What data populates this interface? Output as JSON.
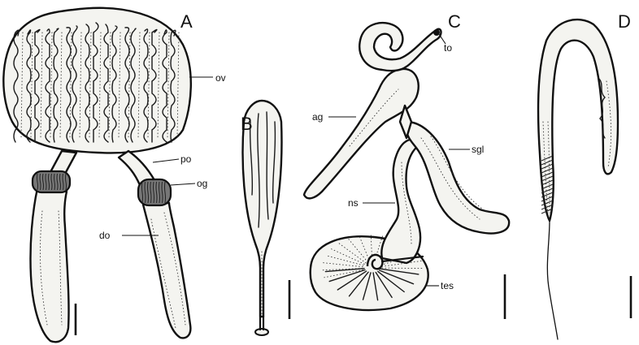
{
  "panels": {
    "A": {
      "letter": "A",
      "labels": {
        "ov": "ov",
        "po": "po",
        "og": "og",
        "do": "do"
      }
    },
    "B": {
      "letter": "B"
    },
    "C": {
      "letter": "C",
      "labels": {
        "to": "to",
        "ag": "ag",
        "sgl": "sgl",
        "ns": "ns",
        "tes": "tes"
      }
    },
    "D": {
      "letter": "D"
    }
  }
}
